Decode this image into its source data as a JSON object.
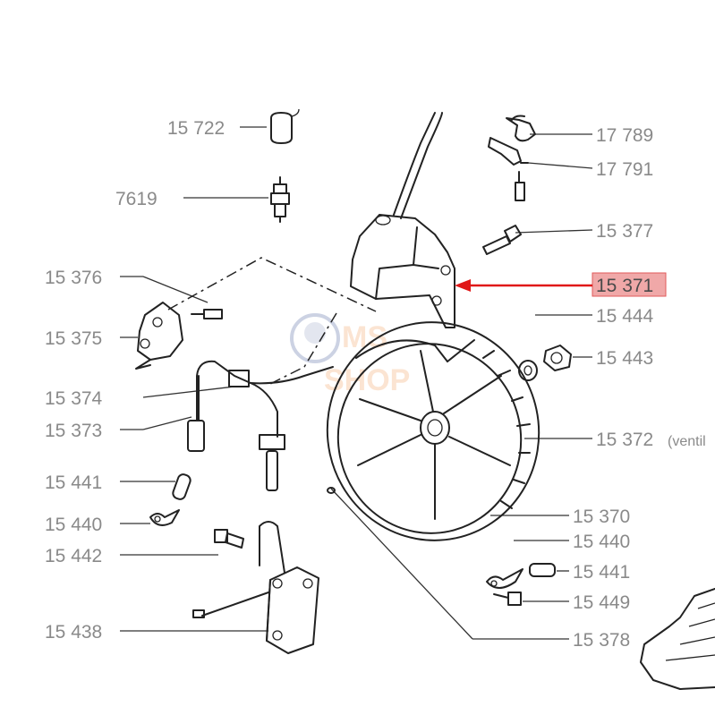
{
  "labels": {
    "l15722": "15 722",
    "l7619": "7619",
    "l15376": "15 376",
    "l15375": "15 375",
    "l15374": "15 374",
    "l15373": "15 373",
    "l15441a": "15 441",
    "l15440a": "15 440",
    "l15442": "15 442",
    "l15438": "15 438",
    "l17789": "17 789",
    "l17791": "17 791",
    "l15377": "15 377",
    "l15371": "15 371",
    "l15444": "15 444",
    "l15443": "15 443",
    "l15372": "15 372",
    "l15372note": "(ventil",
    "l15370": "15 370",
    "l15440b": "15 440",
    "l15441b": "15 441",
    "l15449": "15 449",
    "l15378": "15 378"
  },
  "watermark": {
    "line1": "MS",
    "line2": "SHOP"
  },
  "colors": {
    "highlight_fill": "#f0a8a8",
    "highlight_border": "#e05a5a",
    "arrow": "#e01818",
    "label": "#8a8a8a"
  }
}
